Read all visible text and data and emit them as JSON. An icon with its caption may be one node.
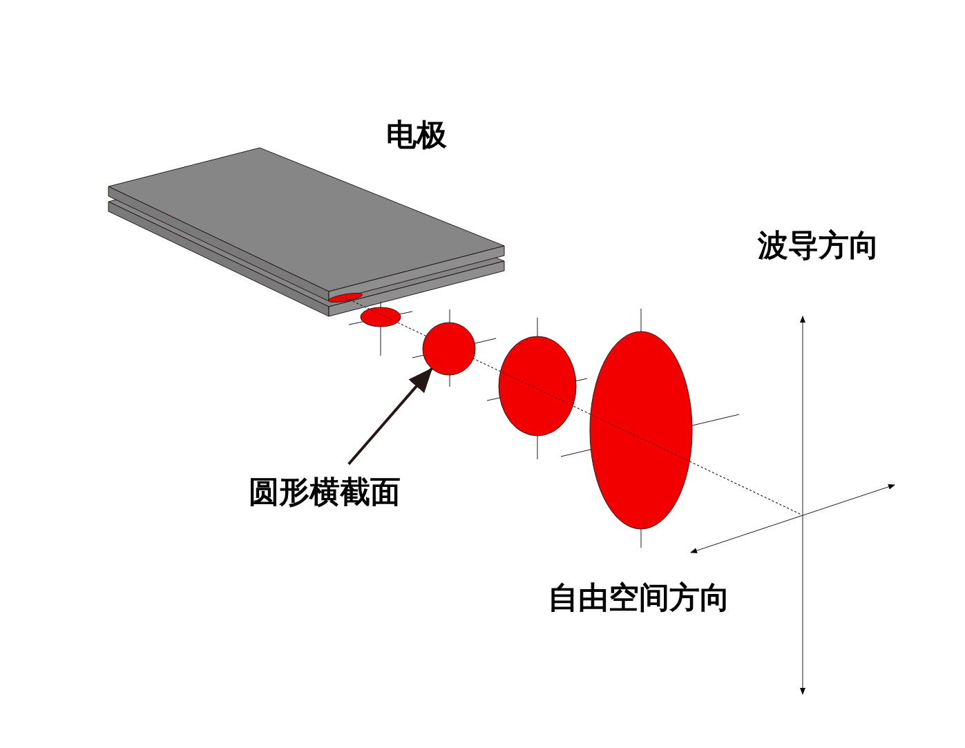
{
  "diagram": {
    "nodes": [
      {
        "text": [
          "圆形横截面"
        ]
      },
      {
        "text": [],
        "shape": "circle"
      }
    ],
    "edges": [
      {
        "from": 0,
        "to": 1,
        "arrow": "to"
      }
    ],
    "labels": [
      "电极",
      "波导方向",
      "自由空间方向"
    ]
  }
}
